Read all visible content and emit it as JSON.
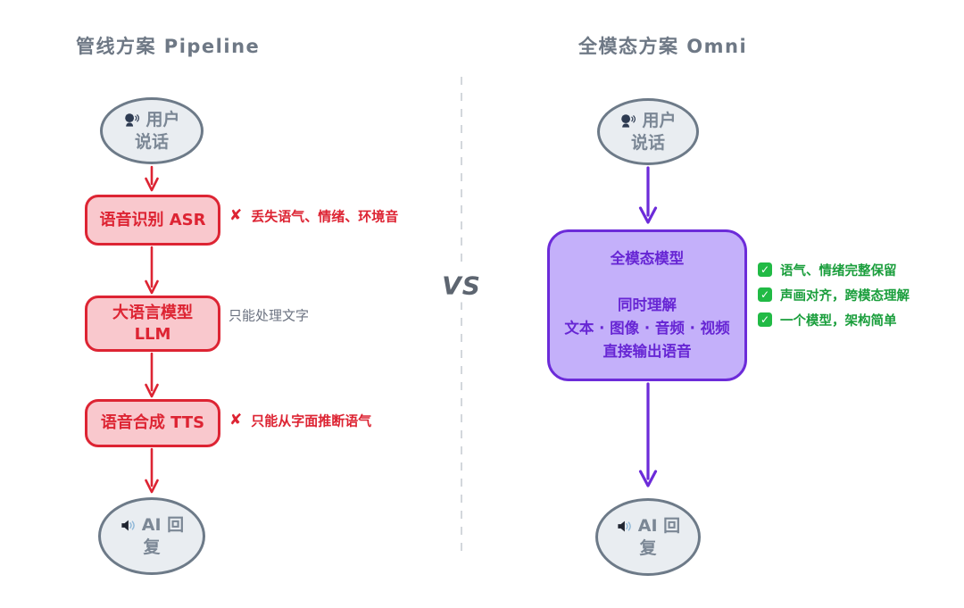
{
  "colors": {
    "background": "#ffffff",
    "title_gray": "#6e7885",
    "node_fill": "#e9edf1",
    "node_border": "#6d7a88",
    "node_text": "#7b8795",
    "pipeline_red": "#dd2433",
    "pipeline_fill": "#f9c8cd",
    "omni_purple": "#6c2bd9",
    "omni_fill": "#c4b0fa",
    "benefit_green": "#1a9e3c",
    "check_green": "#21ba45",
    "note_gray": "#6b7280",
    "divider_gray": "#d3d7dc"
  },
  "icons": {
    "cross": "✘",
    "check": "✓"
  },
  "divider": {
    "vs_label": "VS"
  },
  "left": {
    "title": "管线方案 Pipeline",
    "user_node": {
      "line1": "用户",
      "line2": "说话"
    },
    "steps": [
      {
        "label": "语音识别 ASR",
        "note": "丢失语气、情绪、环境音"
      },
      {
        "label": "大语言模型",
        "label2": "LLM",
        "note": "只能处理文字"
      },
      {
        "label": "语音合成 TTS",
        "note": "只能从字面推断语气"
      }
    ],
    "ai_node": {
      "line1": "AI 回",
      "line2": "复"
    }
  },
  "right": {
    "title": "全模态方案 Omni",
    "user_node": {
      "line1": "用户",
      "line2": "说话"
    },
    "model_box": {
      "line1": "全模态模型",
      "line2": "同时理解",
      "line3": "文本 · 图像 · 音频 · 视频",
      "line4": "直接输出语音"
    },
    "benefits": [
      "语气、情绪完整保留",
      "声画对齐，跨模态理解",
      "一个模型，架构简单"
    ],
    "ai_node": {
      "line1": "AI 回",
      "line2": "复"
    }
  }
}
